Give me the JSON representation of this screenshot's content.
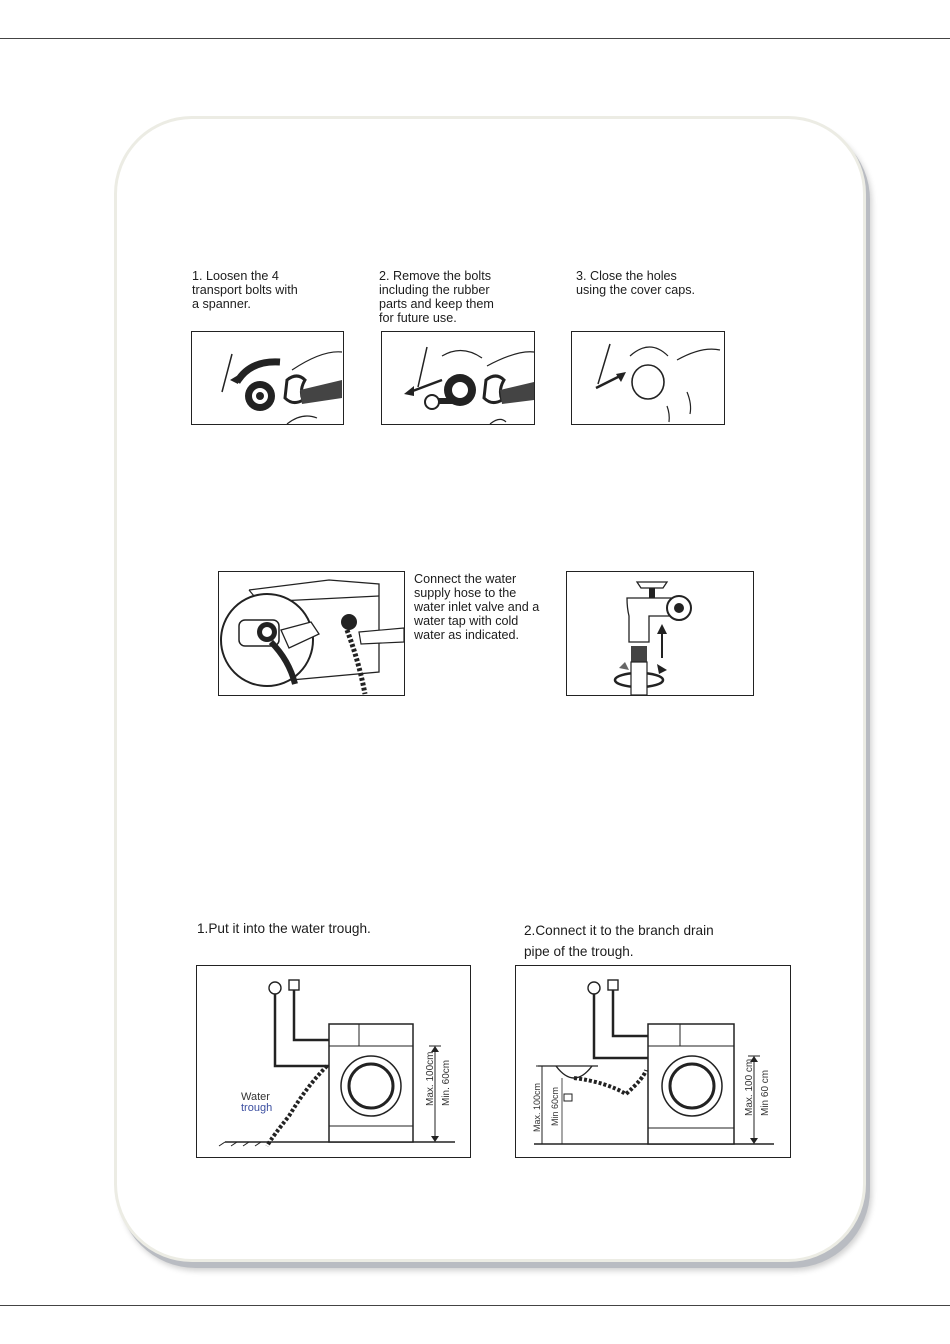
{
  "steps": [
    {
      "text": "1. Loosen the 4\n   transport bolts with\n   a spanner."
    },
    {
      "text": "2. Remove the bolts\n    including the rubber\n    parts and keep them\n    for future use."
    },
    {
      "text": "3. Close the holes\n    using the cover caps."
    }
  ],
  "water_supply": {
    "text": "Connect the water\nsupply hose to the\nwater inlet valve and a\nwater tap with cold\nwater as indicated."
  },
  "drain": {
    "option1": "1.Put it into the water trough.",
    "option2": "2.Connect it to the branch drain\npipe of  the trough.",
    "label_water": "Water",
    "label_trough": "trough",
    "max_label_1": "Max. 100cm",
    "min_label_1": "Min. 60cm",
    "max_label_2": "Max. 100cm",
    "min_label_2": "Min 60cm",
    "max_label_3": "Max. 100 cm",
    "min_label_3": "Min 60 cm"
  }
}
